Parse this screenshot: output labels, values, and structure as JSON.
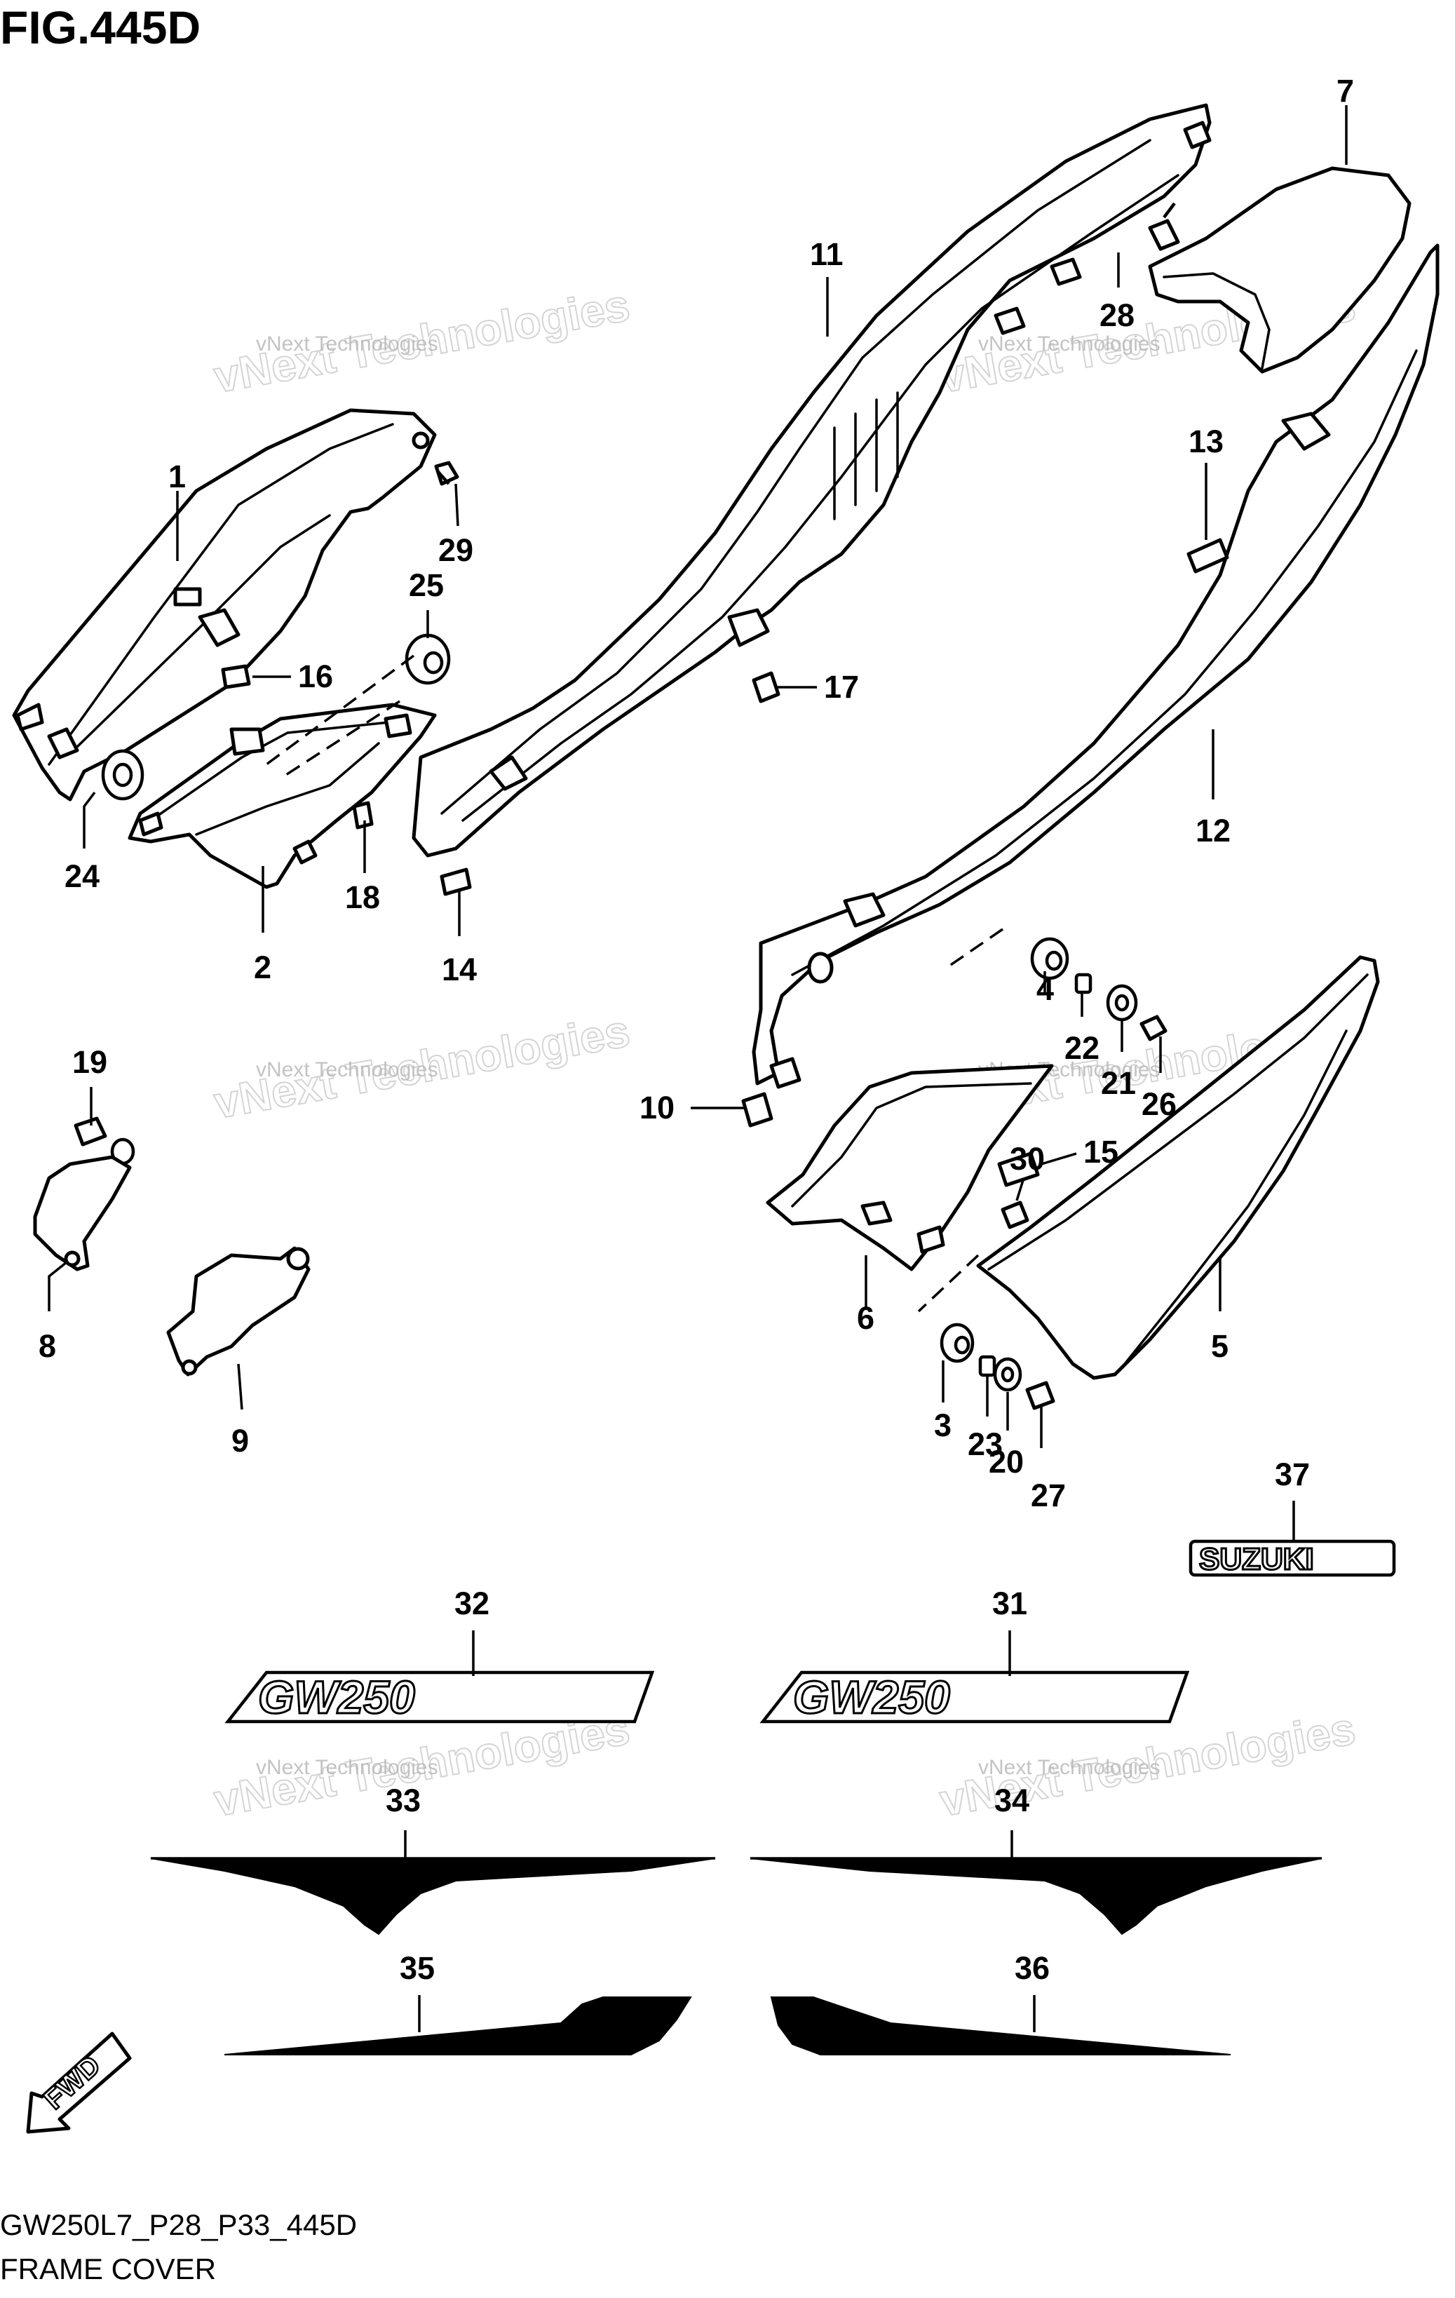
{
  "figure": {
    "title": "FIG.445D",
    "code": "GW250L7_P28_P33_445D",
    "caption": "FRAME COVER"
  },
  "watermark": {
    "line1": "vNext Technologies",
    "line2": "vNext Technologies"
  },
  "logos": {
    "suzuki": "SUZUKI",
    "gw250_left": "GW250",
    "gw250_right": "GW250"
  },
  "fwd_label": "FWD",
  "callouts": [
    "1",
    "2",
    "3",
    "4",
    "5",
    "6",
    "7",
    "8",
    "9",
    "10",
    "11",
    "12",
    "13",
    "14",
    "15",
    "16",
    "17",
    "18",
    "19",
    "20",
    "21",
    "22",
    "23",
    "24",
    "25",
    "26",
    "27",
    "28",
    "29",
    "30",
    "31",
    "32",
    "33",
    "34",
    "35",
    "36",
    "37"
  ]
}
